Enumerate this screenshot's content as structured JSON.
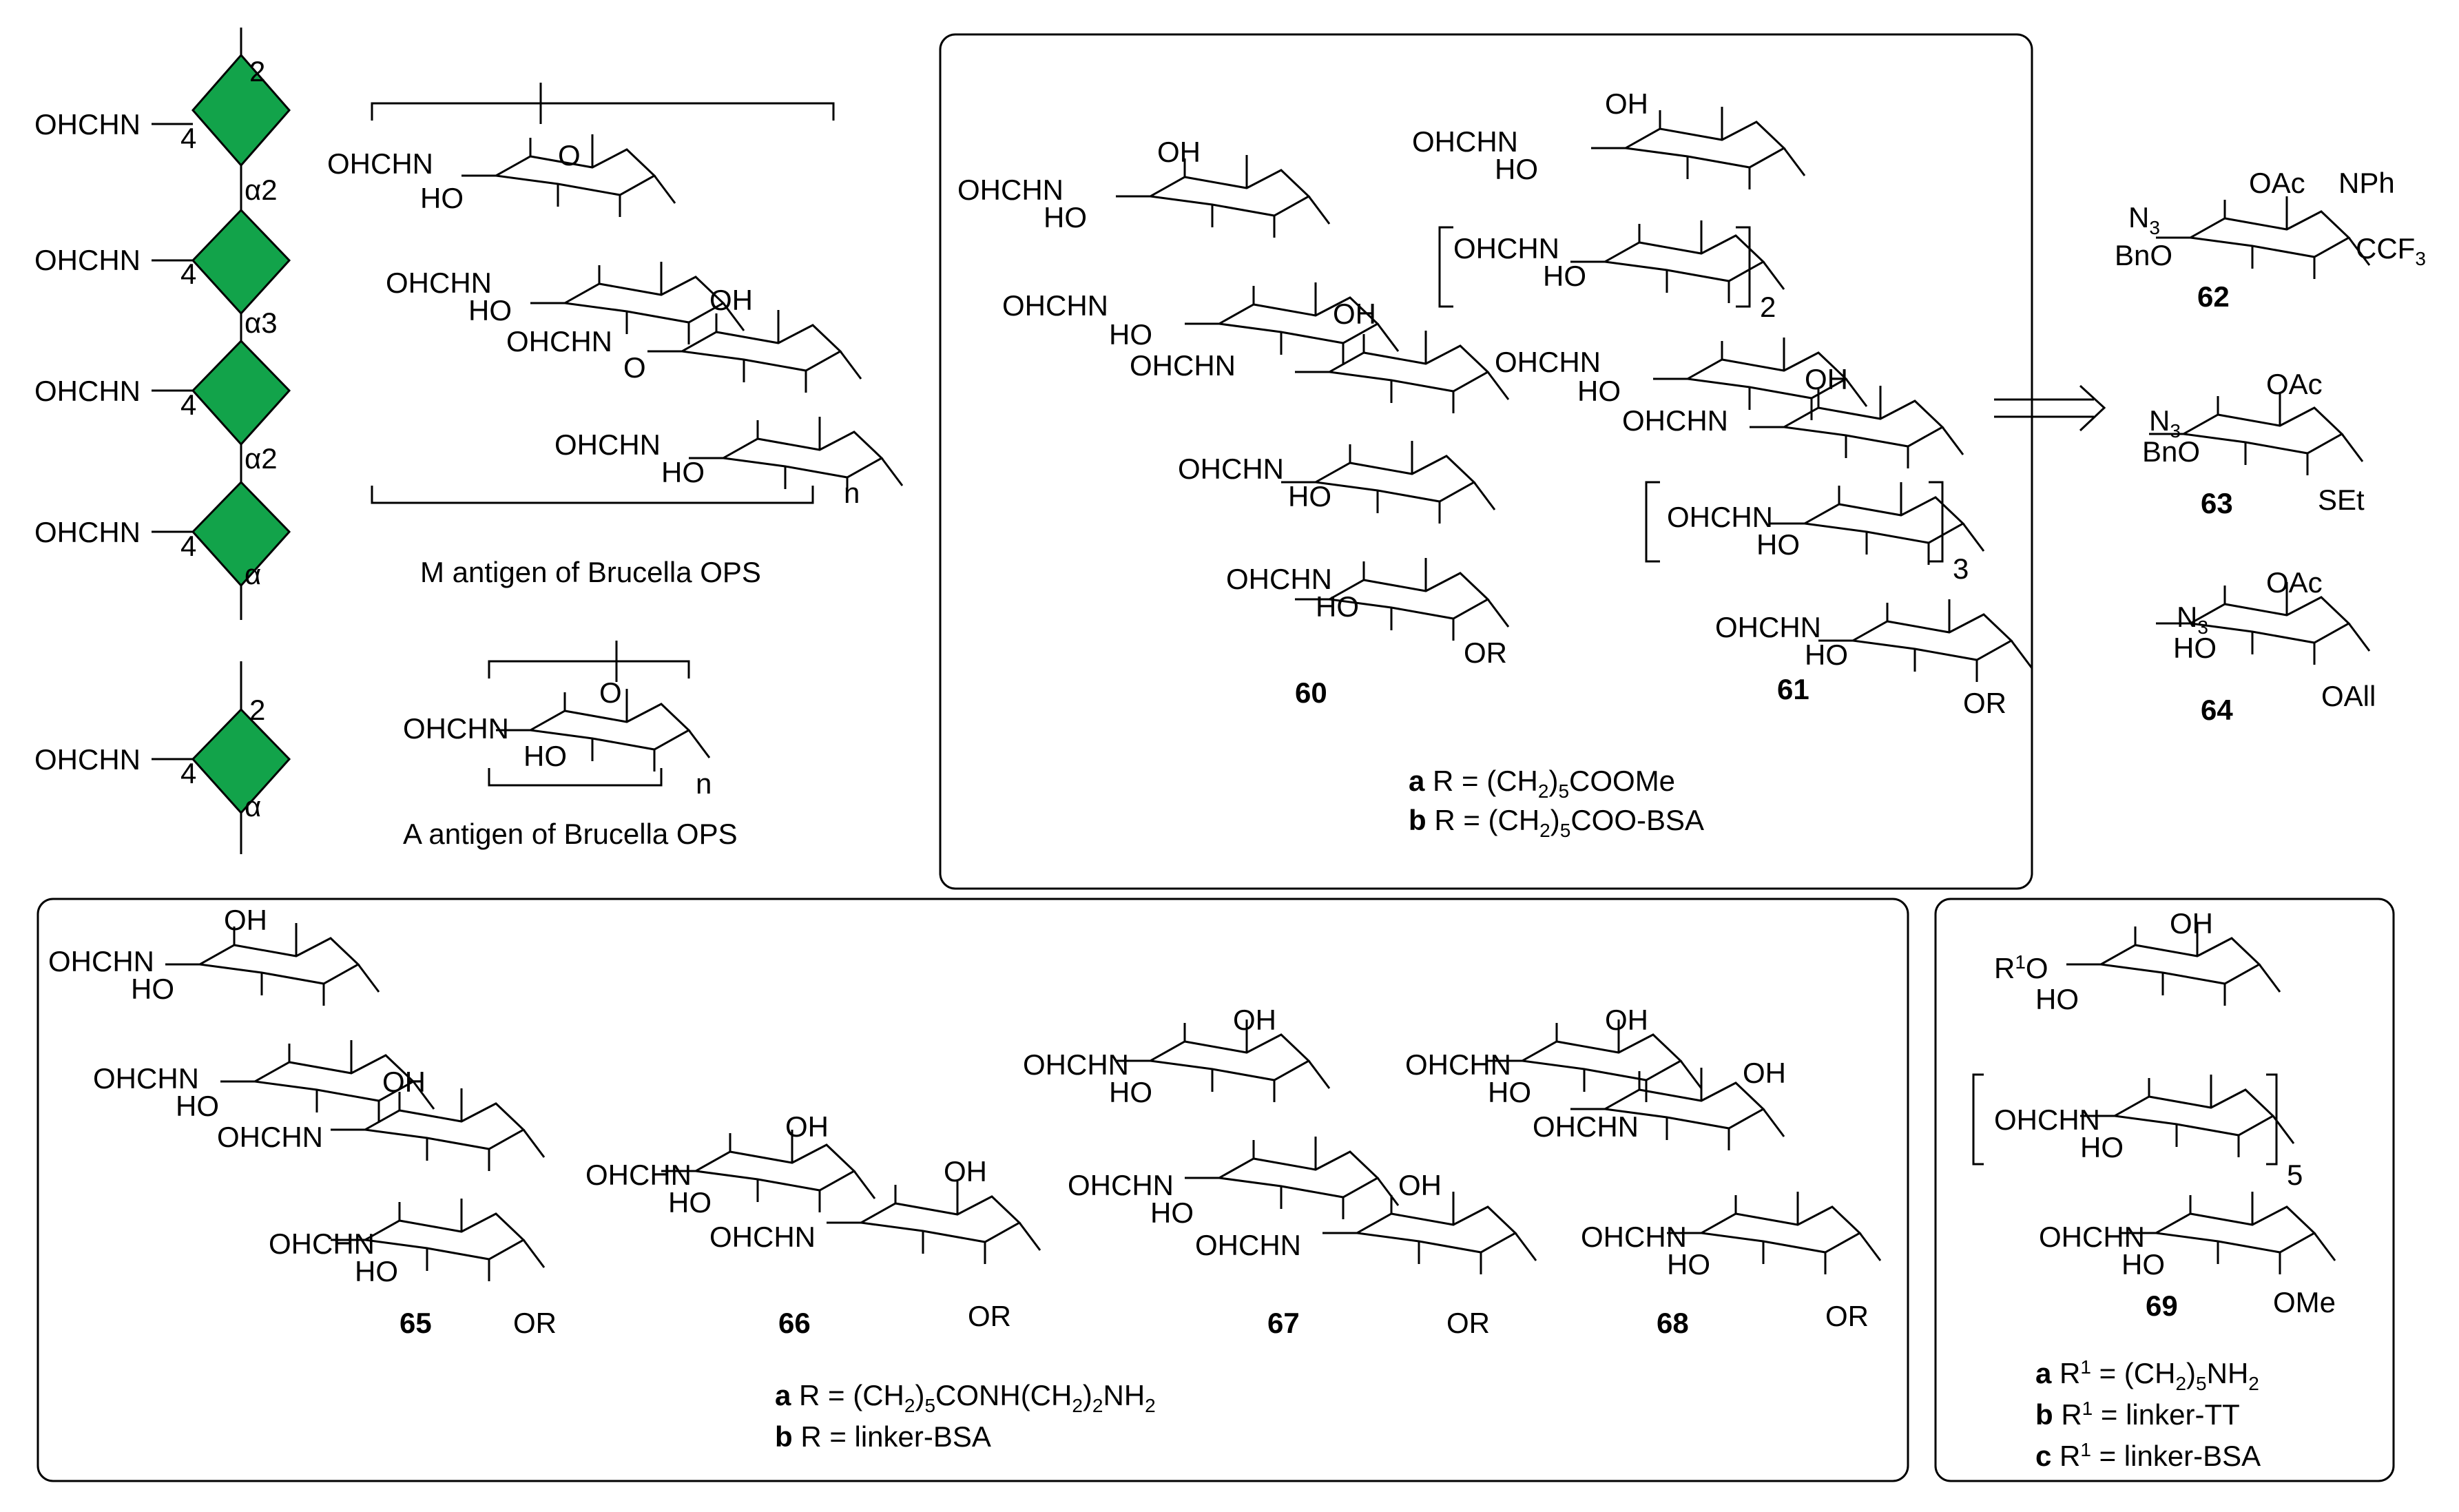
{
  "symbol_chain": {
    "substituent": "OHCHN",
    "top_position": "2",
    "positions": [
      "4",
      "4",
      "4",
      "4"
    ],
    "linkages": [
      "α2",
      "α3",
      "α2",
      "α"
    ],
    "color": "#12a34a"
  },
  "symbol_single": {
    "substituent": "OHCHN",
    "top_position": "2",
    "position": "4",
    "linkage": "α"
  },
  "m_antigen": {
    "caption": "M antigen of Brucella OPS",
    "repeat": "n"
  },
  "a_antigen": {
    "caption": "A antigen of Brucella OPS",
    "repeat": "n"
  },
  "residue_labels": {
    "formamido": "OHCHN",
    "ho": "HO",
    "oh": "OH",
    "o": "O",
    "or": "OR",
    "r1o": "R",
    "r1o_sup": "1",
    "r1o_tail": "O",
    "ome": "OMe"
  },
  "box1": {
    "compound_60": "60",
    "compound_61": "61",
    "repeat_2": "2",
    "repeat_3": "3",
    "def_a_letter": "a",
    "def_a_text": " R = (CH",
    "def_a_sub": "2",
    "def_a_tail": ")",
    "def_a_sub2": "5",
    "def_a_end": "COOMe",
    "def_b_letter": "b",
    "def_b_text": " R = (CH",
    "def_b_sub": "2",
    "def_b_tail": ")",
    "def_b_sub2": "5",
    "def_b_end": "COO-BSA"
  },
  "building_blocks": {
    "b62": {
      "label": "62",
      "n3": "N",
      "n3_sub": "3",
      "bno": "BnO",
      "oac": "OAc",
      "nph": "NPh",
      "cf3": "CCF",
      "cf3_sub": "3"
    },
    "b63": {
      "label": "63",
      "n3": "N",
      "n3_sub": "3",
      "bno": "BnO",
      "oac": "OAc",
      "set": "SEt"
    },
    "b64": {
      "label": "64",
      "n3": "N",
      "n3_sub": "3",
      "ho": "HO",
      "oac": "OAc",
      "oall": "OAll"
    }
  },
  "box2": {
    "compound_65": "65",
    "compound_66": "66",
    "compound_67": "67",
    "compound_68": "68",
    "def_a_letter": "a",
    "def_a_text": "  R = (CH",
    "def_a_sub": "2",
    "def_a_mid": ")",
    "def_a_sub2": "5",
    "def_a_mid2": "CONH(CH",
    "def_a_sub3": "2",
    "def_a_mid3": ")",
    "def_a_sub4": "2",
    "def_a_end": "NH",
    "def_a_sub5": "2",
    "def_b_letter": "b",
    "def_b_text": "  R = linker-BSA"
  },
  "box3": {
    "compound_69": "69",
    "repeat_5": "5",
    "def_a_letter": "a",
    "def_a_text": " R",
    "def_a_sup": "1",
    "def_a_mid": " = (CH",
    "def_a_sub": "2",
    "def_a_mid2": ")",
    "def_a_sub2": "5",
    "def_a_end": "NH",
    "def_a_sub3": "2",
    "def_b_letter": "b",
    "def_b_text": " R",
    "def_b_sup": "1",
    "def_b_end": " = linker-TT",
    "def_c_letter": "c",
    "def_c_text": " R",
    "def_c_sup": "1",
    "def_c_end": " = linker-BSA"
  }
}
